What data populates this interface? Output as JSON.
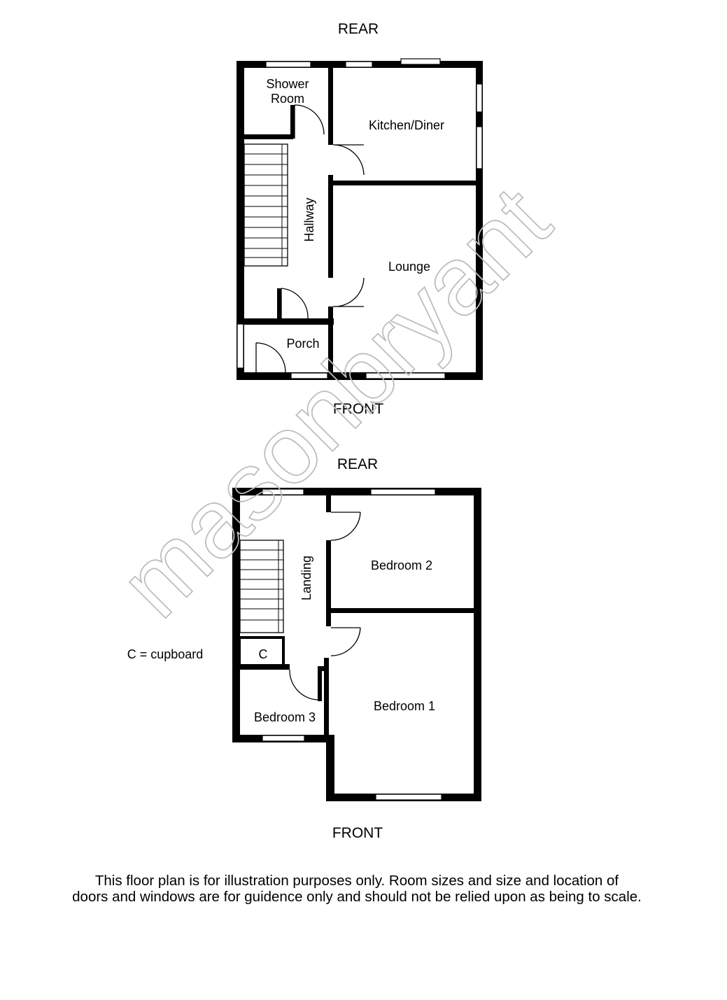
{
  "ground_floor": {
    "rear_label": "REAR",
    "front_label": "FRONT",
    "rooms": {
      "shower_line1": "Shower",
      "shower_line2": "Room",
      "kitchen": "Kitchen/Diner",
      "hallway": "Hallway",
      "lounge": "Lounge",
      "porch": "Porch"
    }
  },
  "first_floor": {
    "rear_label": "REAR",
    "front_label": "FRONT",
    "rooms": {
      "landing": "Landing",
      "bedroom2": "Bedroom 2",
      "bedroom1": "Bedroom 1",
      "bedroom3": "Bedroom 3",
      "cupboard": "C"
    }
  },
  "legend": "C = cupboard",
  "disclaimer_line1": "This floor plan is for illustration purposes only. Room sizes and size and location of",
  "disclaimer_line2": "doors and windows are for guidence only and should not be relied upon as being to scale.",
  "watermark": "masonbryant"
}
